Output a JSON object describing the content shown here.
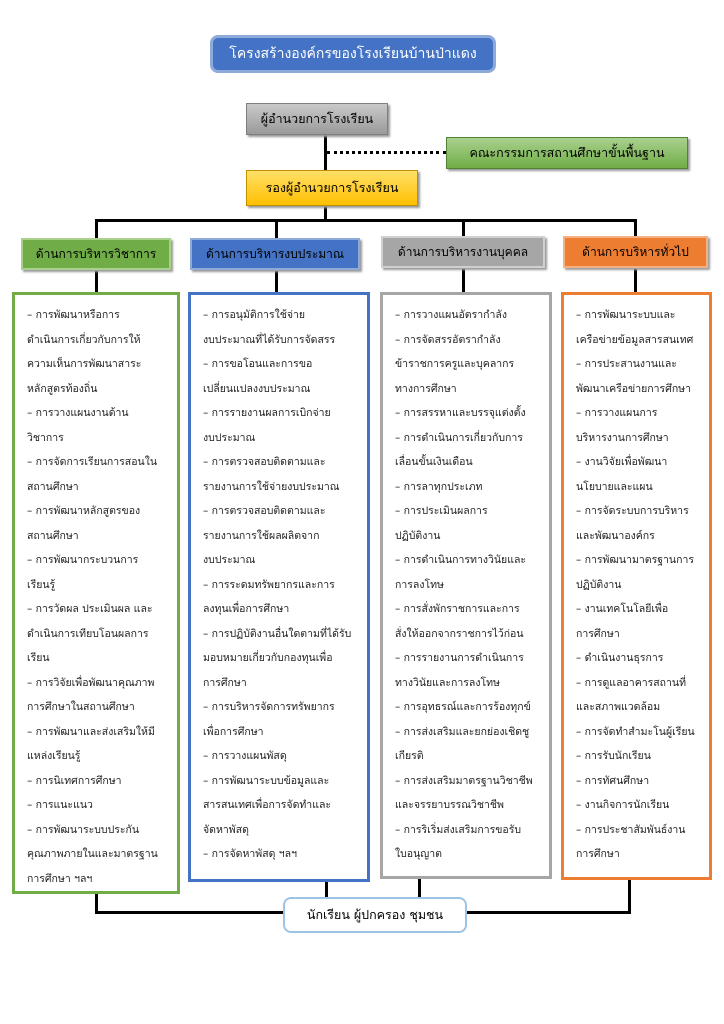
{
  "title": "โครงสร้างองค์กรของโรงเรียนบ้านป่าแดง",
  "director": "ผู้อำนวยการโรงเรียน",
  "board": "คณะกรรมการสถานศึกษาขั้นพื้นฐาน",
  "deputy": "รองผู้อำนวยการโรงเรียน",
  "bottom": "นักเรียน ผู้ปกครอง ชุมชน",
  "colors": {
    "title": "#4472c4",
    "academic": "#70ad47",
    "budget": "#4472c4",
    "personnel": "#a6a6a6",
    "general": "#ed7d31",
    "deputy": "#ffc000",
    "director": "#a6a6a6"
  },
  "departments": [
    {
      "name": "ด้านการบริหารวิชาการ",
      "items": [
        "– การพัฒนาหรือการ",
        "ดำเนินการเกี่ยวกับการให้",
        "ความเห็นการพัฒนาสาระ",
        "หลักสูตรท้องถิ่น",
        "– การวางแผนงานด้าน",
        "วิชาการ",
        "– การจัดการเรียนการสอนใน",
        "สถานศึกษา",
        "– การพัฒนาหลักสูตรของ",
        "สถานศึกษา",
        "– การพัฒนากระบวนการ",
        "เรียนรู้",
        "– การวัดผล ประเมินผล และ",
        "ดำเนินการเทียบโอนผลการ",
        "เรียน",
        "– การวิจัยเพื่อพัฒนาคุณภาพ",
        "การศึกษาในสถานศึกษา",
        "– การพัฒนาและส่งเสริมให้มี",
        "แหล่งเรียนรู้",
        "– การนิเทศการศึกษา",
        "– การแนะแนว",
        "– การพัฒนาระบบประกัน",
        "คุณภาพภายในและมาตรฐาน",
        "การศึกษา ฯลฯ"
      ]
    },
    {
      "name": "ด้านการบริหารงบประมาณ",
      "items": [
        "– การอนุมัติการใช้จ่าย",
        "งบประมาณที่ได้รับการจัดสรร",
        "– การขอโอนและการขอ",
        "เปลี่ยนแปลงงบประมาณ",
        "– การรายงานผลการเบิกจ่าย",
        "งบประมาณ",
        "– การตรวจสอบติดตามและ",
        "รายงานการใช้จ่ายงบประมาณ",
        "– การตรวจสอบติดตามและ",
        "รายงานการใช้ผลผลิตจาก",
        "งบประมาณ",
        "– การระดมทรัพยากรและการ",
        "ลงทุนเพื่อการศึกษา",
        "– การปฏิบัติงานอื่นใดตามที่ได้รับ",
        "มอบหมายเกี่ยวกับกองทุนเพื่อ",
        "การศึกษา",
        "– การบริหารจัดการทรัพยากร",
        "เพื่อการศึกษา",
        "– การวางแผนพัสดุ",
        "– การพัฒนาระบบข้อมูลและ",
        "สารสนเทศเพื่อการจัดทำและ",
        "จัดหาพัสดุ",
        "– การจัดหาพัสดุ ฯลฯ"
      ]
    },
    {
      "name": "ด้านการบริหารงานบุคคล",
      "items": [
        "– การวางแผนอัตรากำลัง",
        "– การจัดสรรอัตรากำลัง",
        "ข้าราชการครูและบุคลากร",
        "ทางการศึกษา",
        "– การสรรหาและบรรจุแต่งตั้ง",
        "– การดำเนินการเกี่ยวกับการ",
        "เลื่อนขั้นเงินเดือน",
        "– การลาทุกประเภท",
        "– การประเมินผลการ",
        "ปฏิบัติงาน",
        "– การดำเนินการทางวินัยและ",
        "การลงโทษ",
        "– การสั่งพักราชการและการ",
        "สั่งให้ออกจากราชการไว้ก่อน",
        "– การรายงานการดำเนินการ",
        "ทางวินัยและการลงโทษ",
        "– การอุทธรณ์และการร้องทุกข์",
        "– การส่งเสริมและยกย่องเชิดชู",
        "เกียรติ",
        "– การส่งเสริมมาตรฐานวิชาชีพ",
        "และจรรยาบรรณวิชาชีพ",
        "– การริเริ่มส่งเสริมการขอรับ",
        "ใบอนุญาต"
      ]
    },
    {
      "name": "ด้านการบริหารทั่วไป",
      "items": [
        "– การพัฒนาระบบและ",
        "เครือข่ายข้อมูลสารสนเทศ",
        "– การประสานงานและ",
        "พัฒนาเครือข่ายการศึกษา",
        "– การวางแผนการ",
        "บริหารงานการศึกษา",
        "– งานวิจัยเพื่อพัฒนา",
        "นโยบายและแผน",
        "– การจัดระบบการบริหาร",
        "และพัฒนาองค์กร",
        "– การพัฒนามาตรฐานการ",
        "ปฏิบัติงาน",
        "– งานเทคโนโลยีเพื่อ",
        "การศึกษา",
        "– ดำเนินงานธุรการ",
        "– การดูแลอาคารสถานที่",
        "และสภาพแวดล้อม",
        "– การจัดทำสำมะโนผู้เรียน",
        "– การรับนักเรียน",
        "– การทัศนศึกษา",
        "– งานกิจการนักเรียน",
        "– การประชาสัมพันธ์งาน",
        "การศึกษา"
      ]
    }
  ]
}
